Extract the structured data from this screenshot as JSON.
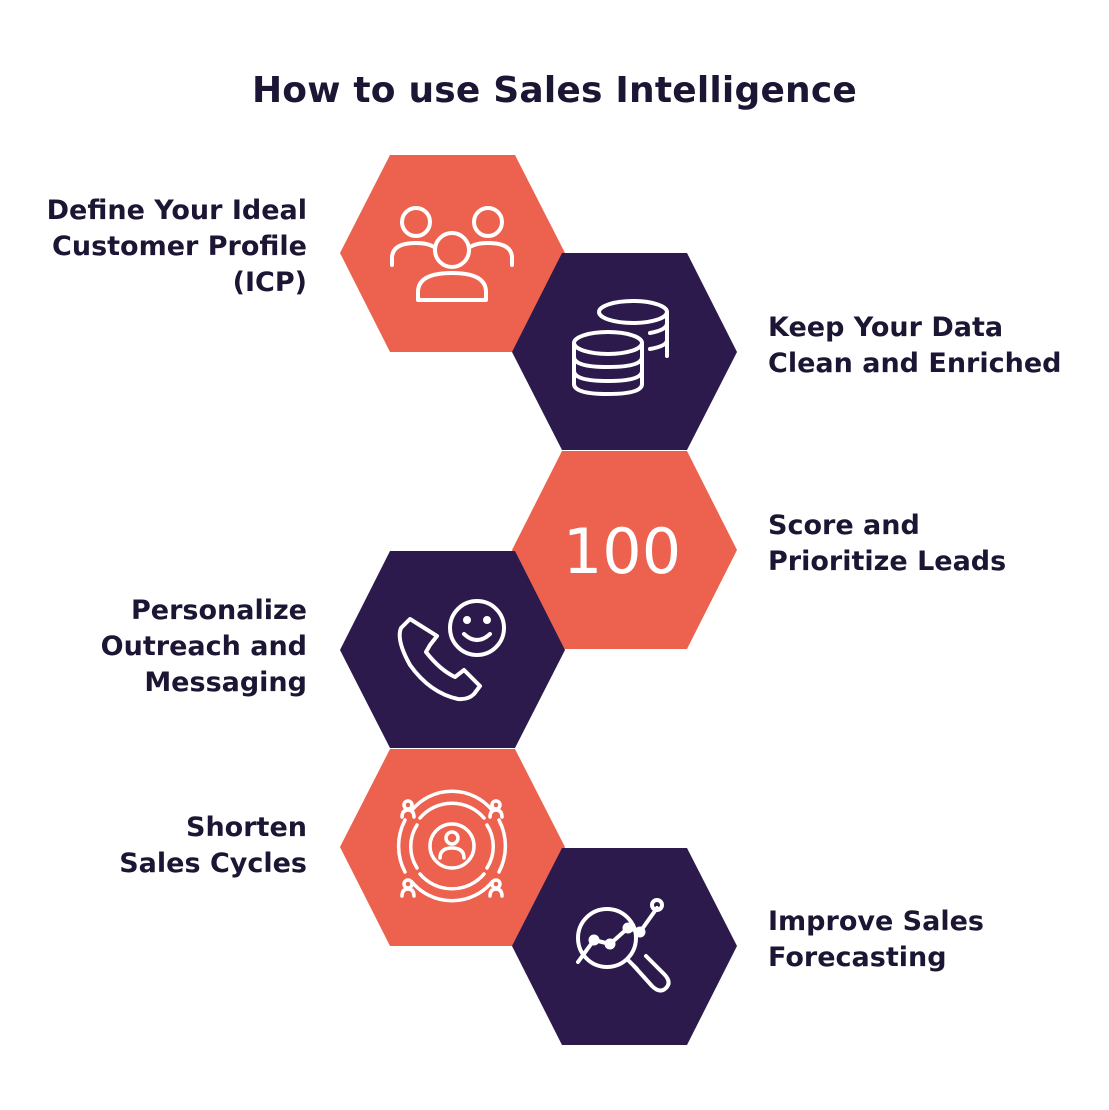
{
  "title": "How to use Sales Intelligence",
  "colors": {
    "coral": "#EC624E",
    "navy": "#2B1A4B",
    "text": "#1C1533",
    "icon_stroke": "#FFFFFF"
  },
  "steps": [
    {
      "label": "Define Your Ideal\nCustomer Profile\n(ICP)",
      "icon": "users-group-icon",
      "color": "coral",
      "side": "left"
    },
    {
      "label": "Keep Your Data\nClean and Enriched",
      "icon": "database-coins-icon",
      "color": "navy",
      "side": "right"
    },
    {
      "label": "Score and\nPrioritize Leads",
      "icon": "score-100-icon",
      "badge": "100",
      "color": "coral",
      "side": "right"
    },
    {
      "label": "Personalize\nOutreach and\nMessaging",
      "icon": "phone-smile-icon",
      "color": "navy",
      "side": "left"
    },
    {
      "label": "Shorten\nSales Cycles",
      "icon": "target-people-icon",
      "color": "coral",
      "side": "left"
    },
    {
      "label": "Improve Sales\nForecasting",
      "icon": "analytics-magnifier-icon",
      "color": "navy",
      "side": "right"
    }
  ]
}
